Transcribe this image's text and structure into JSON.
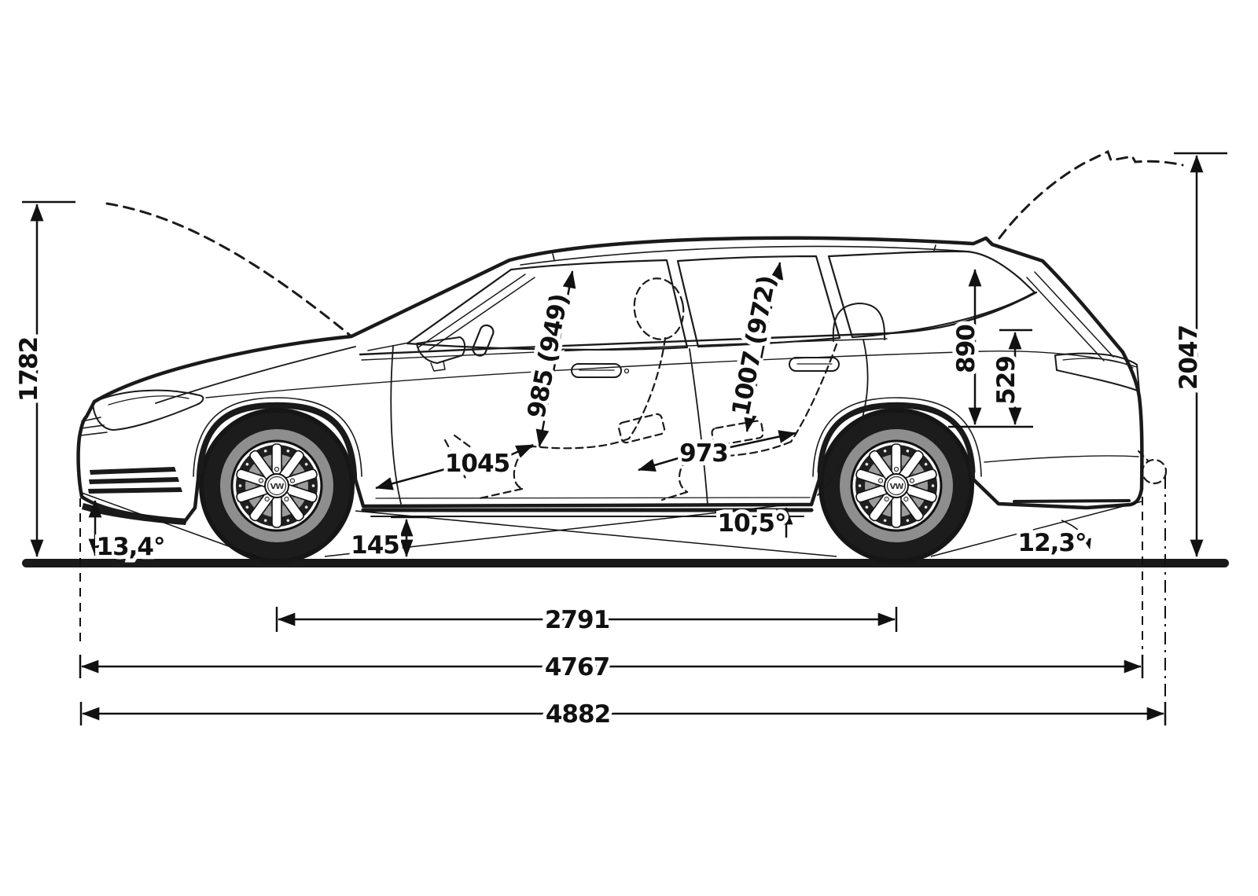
{
  "diagram": {
    "wheel_badge": "VW",
    "dimensions": {
      "overall_height": "1782",
      "open_tailgate_height": "2047",
      "front_headroom": "985 (949)",
      "rear_headroom": "1007 (972)",
      "boot_aperture_height": "890",
      "boot_upper_height": "529",
      "front_legroom": "1045",
      "rear_legroom": "973",
      "ground_clearance": "145",
      "approach_angle": "13,4°",
      "breakover_angle": "10,5°",
      "departure_angle": "12,3°",
      "wheelbase": "2791",
      "overall_length": "4767",
      "total_length": "4882"
    }
  }
}
